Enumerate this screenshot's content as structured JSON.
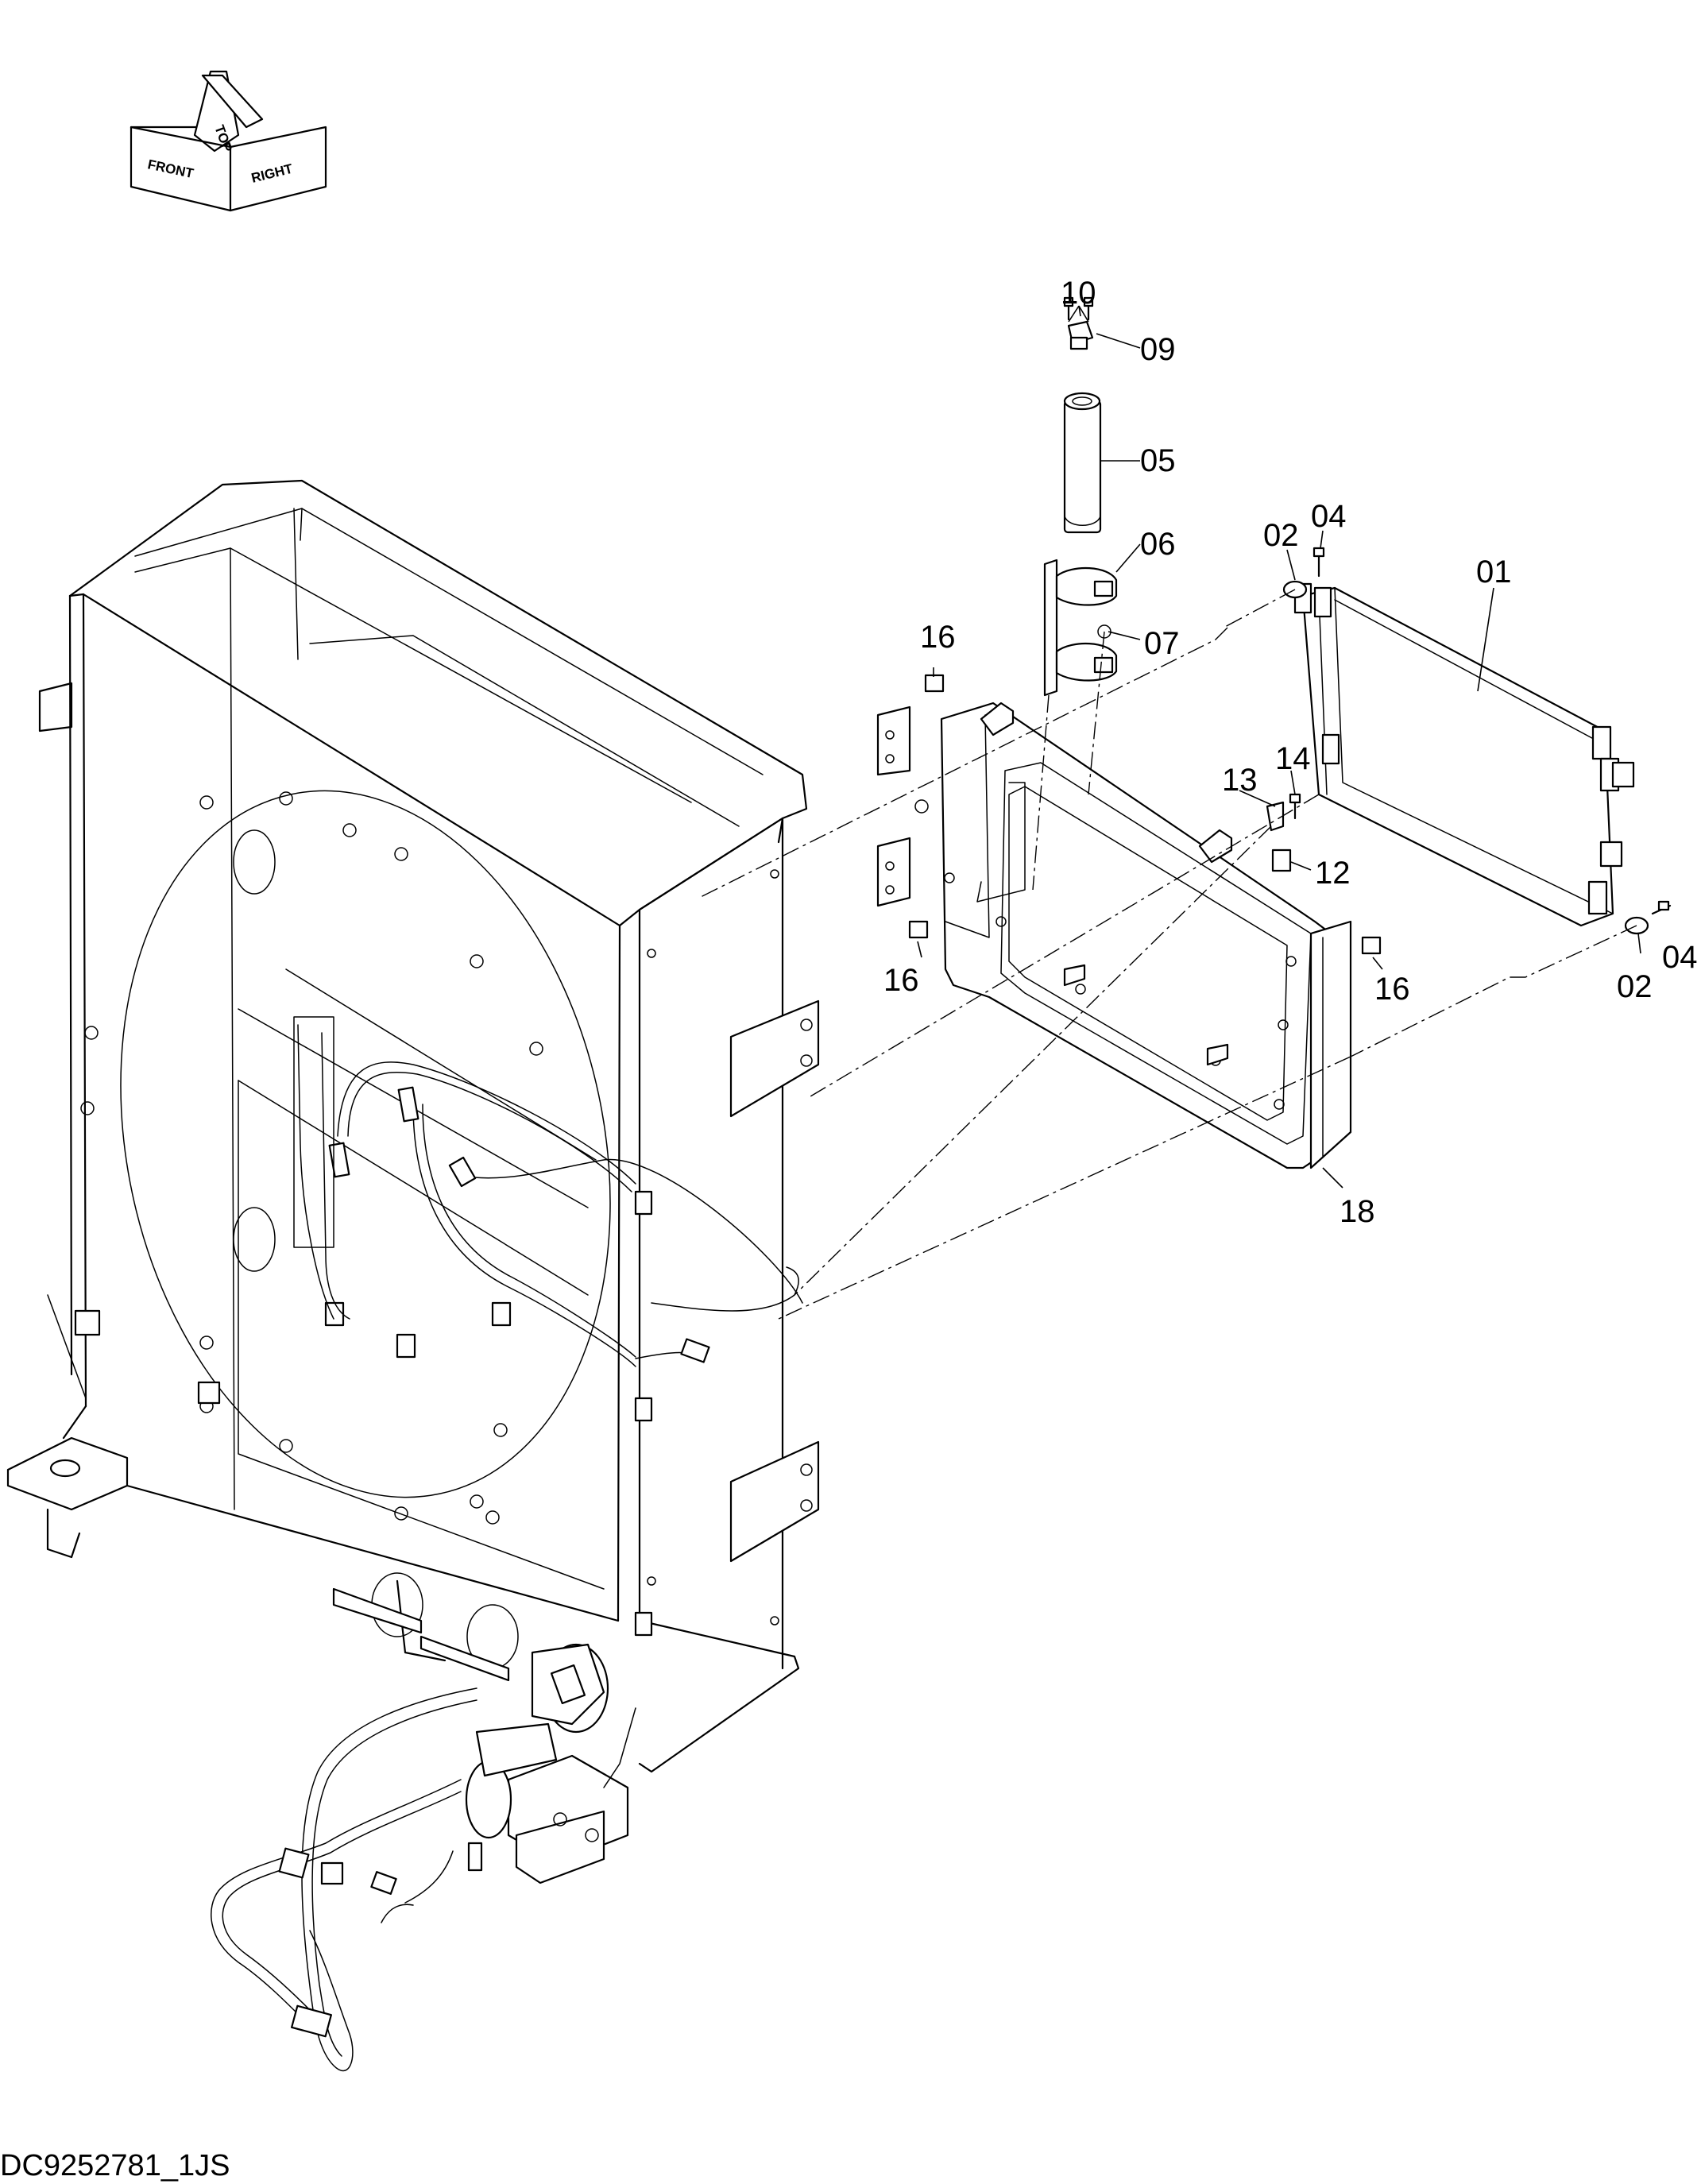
{
  "drawing": {
    "code": "DC9252781_1JS",
    "orientation": {
      "front": "FRONT",
      "top": "TOP",
      "right": "RIGHT",
      "icon": "orientation-cube-icon"
    },
    "labels": {
      "p01": "01",
      "p02a": "02",
      "p02b": "02",
      "p04a": "04",
      "p04b": "04",
      "p05": "05",
      "p06": "06",
      "p07": "07",
      "p09": "09",
      "p10": "10",
      "p12": "12",
      "p13": "13",
      "p14": "14",
      "p16a": "16",
      "p16b": "16",
      "p16c": "16",
      "p18": "18"
    }
  }
}
